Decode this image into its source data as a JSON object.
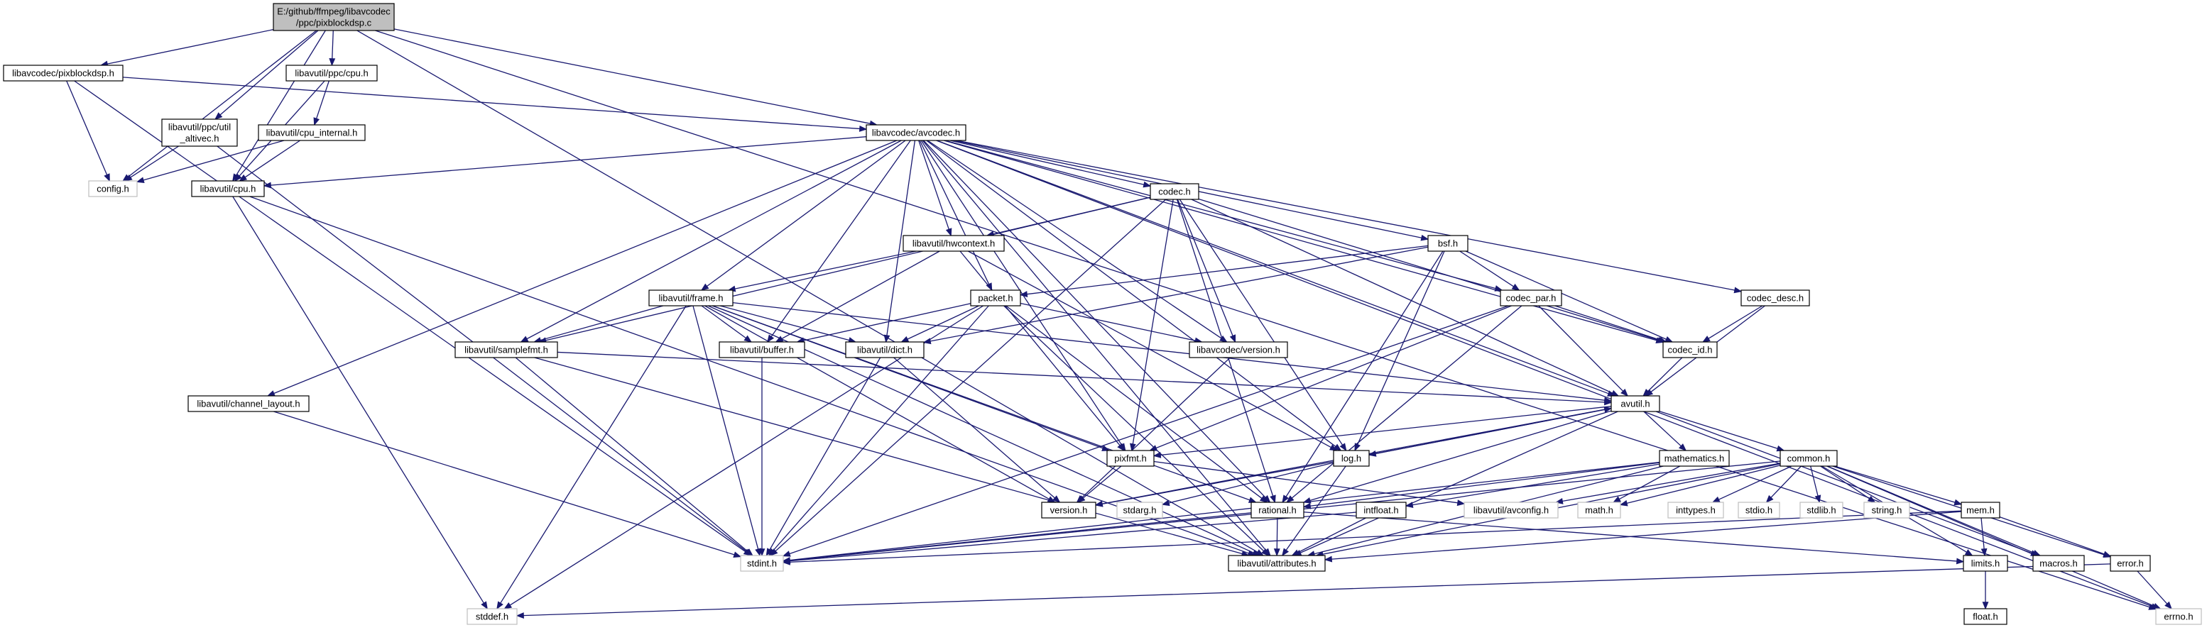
{
  "colors": {
    "edge": "#191970",
    "border_default": "#000000",
    "border_system": "#bfbfbf",
    "fill_root": "#bfbfbf",
    "fill_default": "#ffffff"
  },
  "nodes": [
    {
      "id": "root",
      "label": "E:/github/ffmpeg/libavcodec\n/ppc/pixblockdsp.c",
      "kind": "root"
    },
    {
      "id": "pixblockdsp_h",
      "label": "libavcodec/pixblockdsp.h"
    },
    {
      "id": "ppc_cpu_h",
      "label": "libavutil/ppc/cpu.h"
    },
    {
      "id": "util_altivec_h",
      "label": "libavutil/ppc/util\n_altivec.h"
    },
    {
      "id": "cpu_internal_h",
      "label": "libavutil/cpu_internal.h"
    },
    {
      "id": "config_h",
      "label": "config.h",
      "kind": "system"
    },
    {
      "id": "avcodec_h",
      "label": "libavcodec/avcodec.h"
    },
    {
      "id": "cpu_h",
      "label": "libavutil/cpu.h"
    },
    {
      "id": "codec_h",
      "label": "codec.h"
    },
    {
      "id": "hwcontext_h",
      "label": "libavutil/hwcontext.h"
    },
    {
      "id": "bsf_h",
      "label": "bsf.h"
    },
    {
      "id": "frame_h",
      "label": "libavutil/frame.h"
    },
    {
      "id": "packet_h",
      "label": "packet.h"
    },
    {
      "id": "codec_par_h",
      "label": "codec_par.h"
    },
    {
      "id": "codec_desc_h",
      "label": "codec_desc.h"
    },
    {
      "id": "samplefmt_h",
      "label": "libavutil/samplefmt.h"
    },
    {
      "id": "buffer_h",
      "label": "libavutil/buffer.h"
    },
    {
      "id": "dict_h",
      "label": "libavutil/dict.h"
    },
    {
      "id": "lavc_version_h",
      "label": "libavcodec/version.h"
    },
    {
      "id": "codec_id_h",
      "label": "codec_id.h"
    },
    {
      "id": "channel_layout_h",
      "label": "libavutil/channel_layout.h"
    },
    {
      "id": "avutil_h",
      "label": "avutil.h"
    },
    {
      "id": "pixfmt_h",
      "label": "pixfmt.h"
    },
    {
      "id": "log_h",
      "label": "log.h"
    },
    {
      "id": "mathematics_h",
      "label": "mathematics.h"
    },
    {
      "id": "common_h",
      "label": "common.h"
    },
    {
      "id": "version_h",
      "label": "version.h"
    },
    {
      "id": "stdarg_h",
      "label": "stdarg.h",
      "kind": "system"
    },
    {
      "id": "rational_h",
      "label": "rational.h"
    },
    {
      "id": "intfloat_h",
      "label": "intfloat.h"
    },
    {
      "id": "avconfig_h",
      "label": "libavutil/avconfig.h",
      "kind": "system"
    },
    {
      "id": "math_h",
      "label": "math.h",
      "kind": "system"
    },
    {
      "id": "inttypes_h",
      "label": "inttypes.h",
      "kind": "system"
    },
    {
      "id": "stdio_h",
      "label": "stdio.h",
      "kind": "system"
    },
    {
      "id": "stdlib_h",
      "label": "stdlib.h",
      "kind": "system"
    },
    {
      "id": "string_h",
      "label": "string.h",
      "kind": "system"
    },
    {
      "id": "mem_h",
      "label": "mem.h"
    },
    {
      "id": "stdint_h",
      "label": "stdint.h",
      "kind": "system"
    },
    {
      "id": "attributes_h",
      "label": "libavutil/attributes.h"
    },
    {
      "id": "limits_h",
      "label": "limits.h"
    },
    {
      "id": "macros_h",
      "label": "macros.h"
    },
    {
      "id": "error_h",
      "label": "error.h"
    },
    {
      "id": "errno_h",
      "label": "errno.h",
      "kind": "system"
    },
    {
      "id": "float_h",
      "label": "float.h"
    },
    {
      "id": "stddef_h",
      "label": "stddef.h",
      "kind": "system"
    }
  ],
  "edges": [
    [
      "root",
      "pixblockdsp_h"
    ],
    [
      "root",
      "ppc_cpu_h"
    ],
    [
      "root",
      "util_altivec_h"
    ],
    [
      "root",
      "config_h"
    ],
    [
      "root",
      "avcodec_h"
    ],
    [
      "root",
      "cpu_h"
    ],
    [
      "root",
      "attributes_h"
    ],
    [
      "root",
      "errno_h"
    ],
    [
      "pixblockdsp_h",
      "config_h"
    ],
    [
      "pixblockdsp_h",
      "avcodec_h"
    ],
    [
      "pixblockdsp_h",
      "stdint_h"
    ],
    [
      "ppc_cpu_h",
      "cpu_internal_h"
    ],
    [
      "ppc_cpu_h",
      "cpu_h"
    ],
    [
      "util_altivec_h",
      "config_h"
    ],
    [
      "util_altivec_h",
      "stdint_h"
    ],
    [
      "cpu_internal_h",
      "config_h"
    ],
    [
      "cpu_internal_h",
      "cpu_h"
    ],
    [
      "cpu_h",
      "stddef_h"
    ],
    [
      "cpu_h",
      "attributes_h"
    ],
    [
      "avcodec_h",
      "cpu_h"
    ],
    [
      "avcodec_h",
      "codec_h"
    ],
    [
      "avcodec_h",
      "hwcontext_h"
    ],
    [
      "avcodec_h",
      "bsf_h"
    ],
    [
      "avcodec_h",
      "frame_h"
    ],
    [
      "avcodec_h",
      "packet_h"
    ],
    [
      "avcodec_h",
      "codec_par_h"
    ],
    [
      "avcodec_h",
      "codec_desc_h"
    ],
    [
      "avcodec_h",
      "samplefmt_h"
    ],
    [
      "avcodec_h",
      "buffer_h"
    ],
    [
      "avcodec_h",
      "dict_h"
    ],
    [
      "avcodec_h",
      "lavc_version_h"
    ],
    [
      "avcodec_h",
      "codec_id_h"
    ],
    [
      "avcodec_h",
      "channel_layout_h"
    ],
    [
      "avcodec_h",
      "avutil_h"
    ],
    [
      "avcodec_h",
      "pixfmt_h"
    ],
    [
      "avcodec_h",
      "log_h"
    ],
    [
      "avcodec_h",
      "rational_h"
    ],
    [
      "avcodec_h",
      "attributes_h"
    ],
    [
      "avcodec_h",
      "errno_h"
    ],
    [
      "codec_h",
      "samplefmt_h"
    ],
    [
      "codec_h",
      "hwcontext_h"
    ],
    [
      "codec_h",
      "lavc_version_h"
    ],
    [
      "codec_h",
      "codec_id_h"
    ],
    [
      "codec_h",
      "avutil_h"
    ],
    [
      "codec_h",
      "pixfmt_h"
    ],
    [
      "codec_h",
      "log_h"
    ],
    [
      "codec_h",
      "rational_h"
    ],
    [
      "codec_h",
      "stdint_h"
    ],
    [
      "hwcontext_h",
      "frame_h"
    ],
    [
      "hwcontext_h",
      "buffer_h"
    ],
    [
      "hwcontext_h",
      "log_h"
    ],
    [
      "hwcontext_h",
      "pixfmt_h"
    ],
    [
      "bsf_h",
      "packet_h"
    ],
    [
      "bsf_h",
      "codec_par_h"
    ],
    [
      "bsf_h",
      "codec_id_h"
    ],
    [
      "bsf_h",
      "dict_h"
    ],
    [
      "bsf_h",
      "log_h"
    ],
    [
      "bsf_h",
      "rational_h"
    ],
    [
      "frame_h",
      "samplefmt_h"
    ],
    [
      "frame_h",
      "buffer_h"
    ],
    [
      "frame_h",
      "dict_h"
    ],
    [
      "frame_h",
      "avutil_h"
    ],
    [
      "frame_h",
      "pixfmt_h"
    ],
    [
      "frame_h",
      "rational_h"
    ],
    [
      "frame_h",
      "version_h"
    ],
    [
      "frame_h",
      "attributes_h"
    ],
    [
      "frame_h",
      "stdint_h"
    ],
    [
      "frame_h",
      "stddef_h"
    ],
    [
      "packet_h",
      "buffer_h"
    ],
    [
      "packet_h",
      "dict_h"
    ],
    [
      "packet_h",
      "lavc_version_h"
    ],
    [
      "packet_h",
      "rational_h"
    ],
    [
      "packet_h",
      "attributes_h"
    ],
    [
      "packet_h",
      "stdint_h"
    ],
    [
      "packet_h",
      "stddef_h"
    ],
    [
      "codec_par_h",
      "codec_id_h"
    ],
    [
      "codec_par_h",
      "avutil_h"
    ],
    [
      "codec_par_h",
      "pixfmt_h"
    ],
    [
      "codec_par_h",
      "rational_h"
    ],
    [
      "codec_par_h",
      "stdint_h"
    ],
    [
      "codec_desc_h",
      "codec_id_h"
    ],
    [
      "codec_desc_h",
      "avutil_h"
    ],
    [
      "samplefmt_h",
      "avutil_h"
    ],
    [
      "samplefmt_h",
      "attributes_h"
    ],
    [
      "samplefmt_h",
      "stdint_h"
    ],
    [
      "buffer_h",
      "stdint_h"
    ],
    [
      "dict_h",
      "version_h"
    ],
    [
      "dict_h",
      "stdint_h"
    ],
    [
      "lavc_version_h",
      "version_h"
    ],
    [
      "codec_id_h",
      "avutil_h"
    ],
    [
      "channel_layout_h",
      "stdint_h"
    ],
    [
      "avutil_h",
      "pixfmt_h"
    ],
    [
      "avutil_h",
      "log_h"
    ],
    [
      "avutil_h",
      "mathematics_h"
    ],
    [
      "avutil_h",
      "common_h"
    ],
    [
      "avutil_h",
      "version_h"
    ],
    [
      "avutil_h",
      "rational_h"
    ],
    [
      "avutil_h",
      "macros_h"
    ],
    [
      "avutil_h",
      "attributes_h"
    ],
    [
      "pixfmt_h",
      "avconfig_h"
    ],
    [
      "pixfmt_h",
      "version_h"
    ],
    [
      "log_h",
      "avutil_h"
    ],
    [
      "log_h",
      "version_h"
    ],
    [
      "log_h",
      "stdarg_h"
    ],
    [
      "log_h",
      "attributes_h"
    ],
    [
      "mathematics_h",
      "rational_h"
    ],
    [
      "mathematics_h",
      "intfloat_h"
    ],
    [
      "mathematics_h",
      "math_h"
    ],
    [
      "mathematics_h",
      "attributes_h"
    ],
    [
      "mathematics_h",
      "stdint_h"
    ],
    [
      "common_h",
      "avconfig_h"
    ],
    [
      "common_h",
      "math_h"
    ],
    [
      "common_h",
      "inttypes_h"
    ],
    [
      "common_h",
      "stdio_h"
    ],
    [
      "common_h",
      "stdlib_h"
    ],
    [
      "common_h",
      "string_h"
    ],
    [
      "common_h",
      "mem_h"
    ],
    [
      "common_h",
      "attributes_h"
    ],
    [
      "common_h",
      "stdint_h"
    ],
    [
      "common_h",
      "limits_h"
    ],
    [
      "common_h",
      "macros_h"
    ],
    [
      "common_h",
      "error_h"
    ],
    [
      "common_h",
      "errno_h"
    ],
    [
      "rational_h",
      "stdint_h"
    ],
    [
      "rational_h",
      "limits_h"
    ],
    [
      "rational_h",
      "attributes_h"
    ],
    [
      "intfloat_h",
      "stdint_h"
    ],
    [
      "intfloat_h",
      "attributes_h"
    ],
    [
      "mem_h",
      "limits_h"
    ],
    [
      "mem_h",
      "stdint_h"
    ],
    [
      "mem_h",
      "attributes_h"
    ],
    [
      "mem_h",
      "error_h"
    ],
    [
      "error_h",
      "errno_h"
    ],
    [
      "error_h",
      "stddef_h"
    ],
    [
      "limits_h",
      "float_h"
    ]
  ]
}
